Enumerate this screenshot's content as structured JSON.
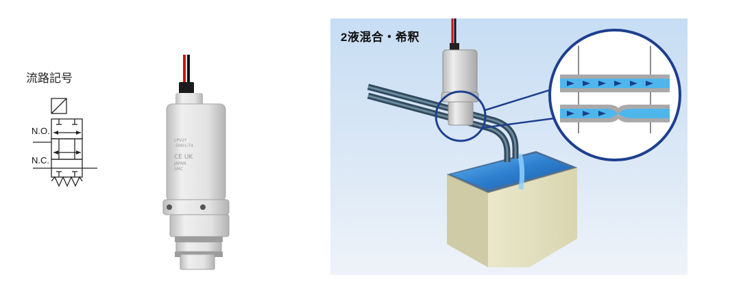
{
  "symbol": {
    "title": "流路記号",
    "port_no": "N.O.",
    "port_nc": "N.C."
  },
  "product": {
    "model_line1": "LPV2Y",
    "model_line2": "-5M01-T4",
    "cert_mark": "CE UK",
    "made_in": "JAPAN",
    "brand": "SMC"
  },
  "scene": {
    "title": "2液混合・希釈"
  },
  "colors": {
    "scene_bg_top": "#c7ddf4",
    "flow_blue": "#3aa0e0",
    "arrow_dark": "#1a3f8a",
    "callout_ring": "#1d3f8f",
    "tank_face": "#e6e2c2",
    "water": "#2e80d0"
  }
}
